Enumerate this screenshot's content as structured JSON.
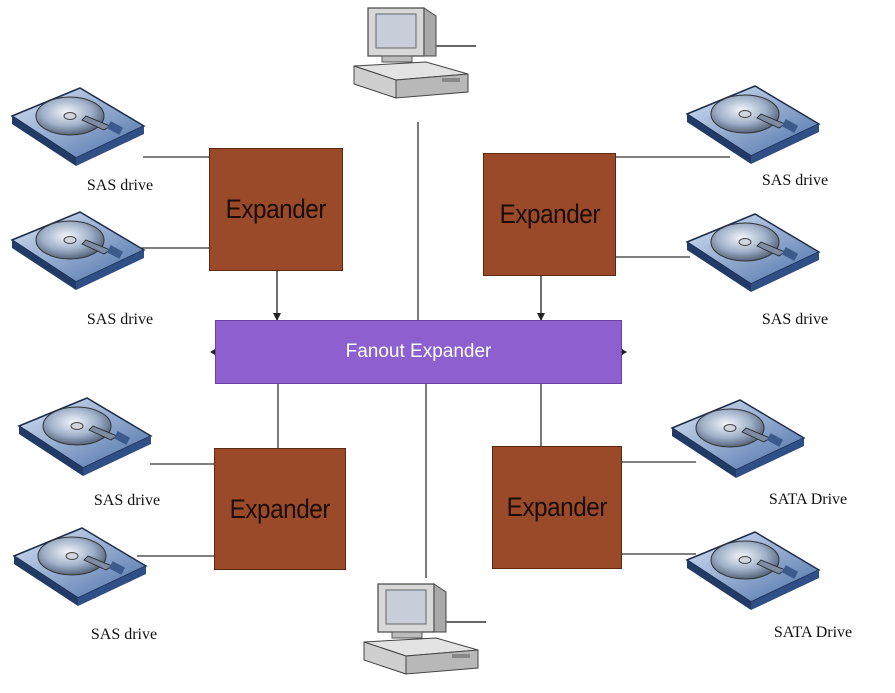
{
  "diagram": {
    "fanout": {
      "label": "Fanout Expander",
      "color": "#8d5fcf",
      "border": "#6b3ea8"
    },
    "expander": {
      "label": "Expander",
      "color": "#9b4a29",
      "border": "#5c2810"
    },
    "expanders": [
      {
        "id": "top-left",
        "label": "Expander"
      },
      {
        "id": "top-right",
        "label": "Expander"
      },
      {
        "id": "bottom-left",
        "label": "Expander"
      },
      {
        "id": "bottom-right",
        "label": "Expander"
      }
    ],
    "drives": [
      {
        "id": "tl-1",
        "label": "SAS drive"
      },
      {
        "id": "tl-2",
        "label": "SAS drive"
      },
      {
        "id": "tr-1",
        "label": "SAS drive"
      },
      {
        "id": "tr-2",
        "label": "SAS drive"
      },
      {
        "id": "bl-1",
        "label": "SAS drive"
      },
      {
        "id": "bl-2",
        "label": "SAS drive"
      },
      {
        "id": "br-1",
        "label": "SATA Drive"
      },
      {
        "id": "br-2",
        "label": "SATA Drive"
      }
    ],
    "hosts": [
      {
        "id": "top",
        "icon": "computer-icon"
      },
      {
        "id": "bottom",
        "icon": "computer-icon"
      }
    ]
  }
}
